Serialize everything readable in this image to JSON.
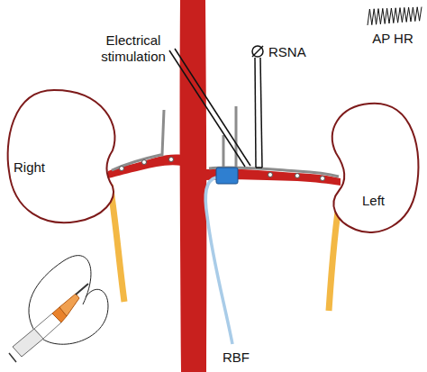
{
  "diagram": {
    "nodes": [
      {
        "text": [
          "Right"
        ]
      },
      {
        "text": [
          "Left"
        ]
      }
    ],
    "labels": [
      "Electrical stimulation",
      "RSNA",
      "AP HR",
      "RBF"
    ]
  }
}
